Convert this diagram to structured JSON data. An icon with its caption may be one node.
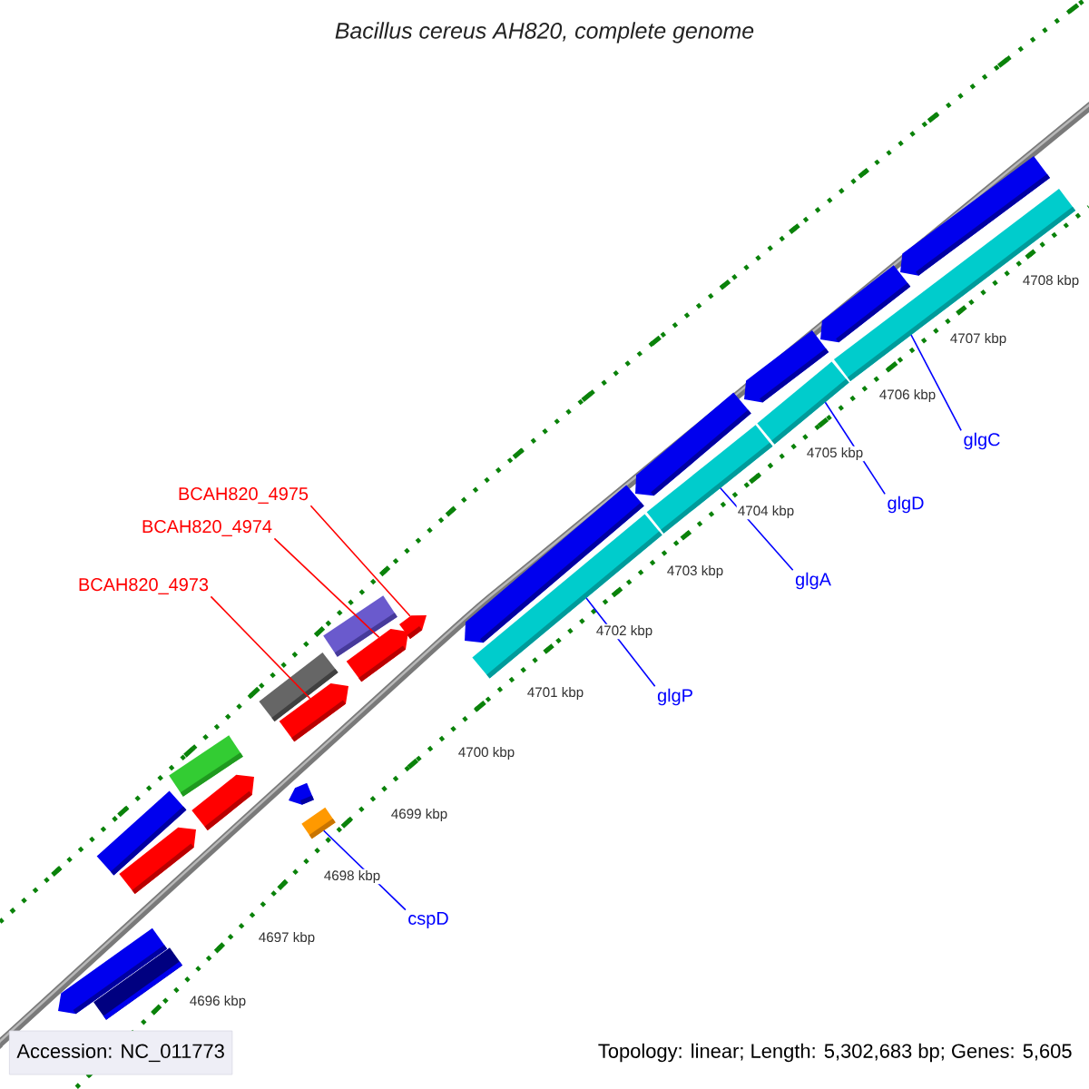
{
  "diagram": {
    "title": "Bacillus cereus AH820, complete genome",
    "nodes": [
      {
        "text": [
          "BCAH820_4975"
        ]
      },
      {
        "text": [
          "BCAH820_4974"
        ]
      },
      {
        "text": [
          "BCAH820_4973"
        ]
      },
      {
        "text": [
          "glgC"
        ]
      },
      {
        "text": [
          "glgD"
        ]
      },
      {
        "text": [
          "glgA"
        ]
      },
      {
        "text": [
          "glgP"
        ]
      },
      {
        "text": [
          "cspD"
        ]
      },
      {
        "text": [],
        "shape": "arrow"
      },
      {
        "text": [],
        "shape": "box"
      },
      {
        "text": [],
        "shape": "box"
      },
      {
        "text": [],
        "shape": "arrow"
      },
      {
        "text": [],
        "shape": "box"
      },
      {
        "text": [],
        "shape": "arrow"
      },
      {
        "text": [],
        "shape": "box"
      },
      {
        "text": [],
        "shape": "arrow"
      },
      {
        "text": [],
        "shape": "arrow"
      },
      {
        "text": [],
        "shape": "box"
      },
      {
        "text": [],
        "shape": "box"
      },
      {
        "text": [],
        "shape": "arrow"
      },
      {
        "text": [],
        "shape": "arrow"
      },
      {
        "text": [],
        "shape": "arrow"
      },
      {
        "text": [],
        "shape": "box"
      },
      {
        "text": [],
        "shape": "arrow"
      },
      {
        "text": [],
        "shape": "box"
      },
      {
        "text": [],
        "shape": "arrow"
      },
      {
        "text": [],
        "shape": "box"
      },
      {
        "text": [],
        "shape": "arrow"
      },
      {
        "text": [],
        "shape": "box"
      },
      {
        "text": [],
        "shape": "arrow"
      }
    ],
    "edges": [
      {
        "from": 0,
        "to": 20,
        "arrow": "none",
        "color": "#ff0000"
      },
      {
        "from": 1,
        "to": 19,
        "arrow": "none",
        "color": "#ff0000"
      },
      {
        "from": 2,
        "to": 16,
        "arrow": "none",
        "color": "#ff0000"
      },
      {
        "from": 3,
        "to": 28,
        "arrow": "none"
      },
      {
        "from": 4,
        "to": 26,
        "arrow": "none"
      },
      {
        "from": 5,
        "to": 24,
        "arrow": "none"
      },
      {
        "from": 6,
        "to": 22,
        "arrow": "none"
      },
      {
        "from": 7,
        "to": 17,
        "arrow": "none"
      }
    ],
    "labels": [
      "4708 kbp",
      "4707 kbp",
      "4706 kbp",
      "4705 kbp",
      "4704 kbp",
      "4703 kbp",
      "4702 kbp",
      "4701 kbp",
      "4700 kbp",
      "4699 kbp",
      "4698 kbp",
      "4697 kbp",
      "4696 kbp",
      "Accession: NC_011773",
      "Topology: linear; Length: 5,302,683 bp; Genes: 5,605"
    ]
  }
}
